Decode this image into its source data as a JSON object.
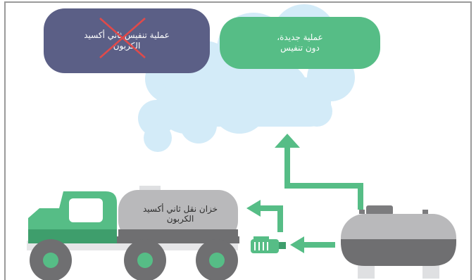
{
  "old_process": {
    "line1": "عملية تنفيس ثاني أكسيد",
    "line2": "الكربون"
  },
  "new_process": {
    "line1": "عملية جديدة،",
    "line2": "دون تنفيس"
  },
  "truck_tank": {
    "line1": "خزان نقل ثاني أكسيد",
    "line2": "الكربون"
  },
  "colors": {
    "old_process": "#5b5f86",
    "new_process": "#56bd86",
    "cloud": "#d3ebf8",
    "arrow": "#56bd86",
    "cross": "#e04a4a",
    "tank_body": "#b9b9bb",
    "wheel": "#56bd86"
  },
  "icons": [
    "cloud-icon",
    "cross-icon",
    "truck-icon",
    "pump-icon",
    "storage-tank-icon",
    "arrow-up-icon",
    "arrow-left-icon"
  ]
}
